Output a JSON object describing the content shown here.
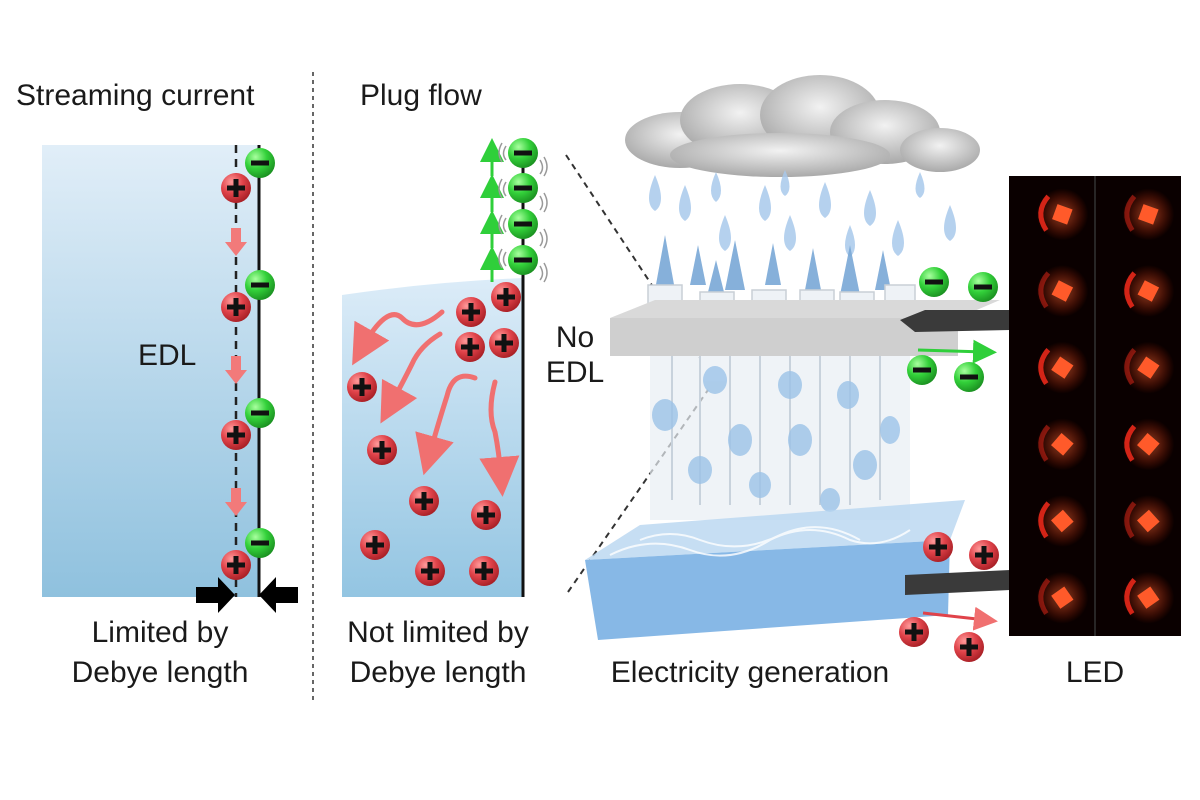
{
  "panels": {
    "streaming": {
      "title": "Streaming current",
      "region_label": "EDL",
      "caption_line1": "Limited by",
      "caption_line2": "Debye length"
    },
    "plug": {
      "title": "Plug flow",
      "annotation_line1": "No",
      "annotation_line2": "EDL",
      "caption_line1": "Not limited by",
      "caption_line2": "Debye length"
    },
    "generation": {
      "caption": "Electricity generation"
    },
    "led": {
      "caption": "LED",
      "columns": 2,
      "rows": 6
    }
  },
  "colors": {
    "water_top": "#dcebf7",
    "water_bottom": "#93c4e0",
    "positive_ion": "#e0434a",
    "negative_ion": "#35d13a",
    "flow_arrow_red": "#f07070",
    "flow_arrow_green": "#2fcf3a",
    "led_bg": "#0a0000",
    "led_glow": "#ff5a2a"
  },
  "symbols": {
    "plus": "+",
    "minus": "−"
  }
}
